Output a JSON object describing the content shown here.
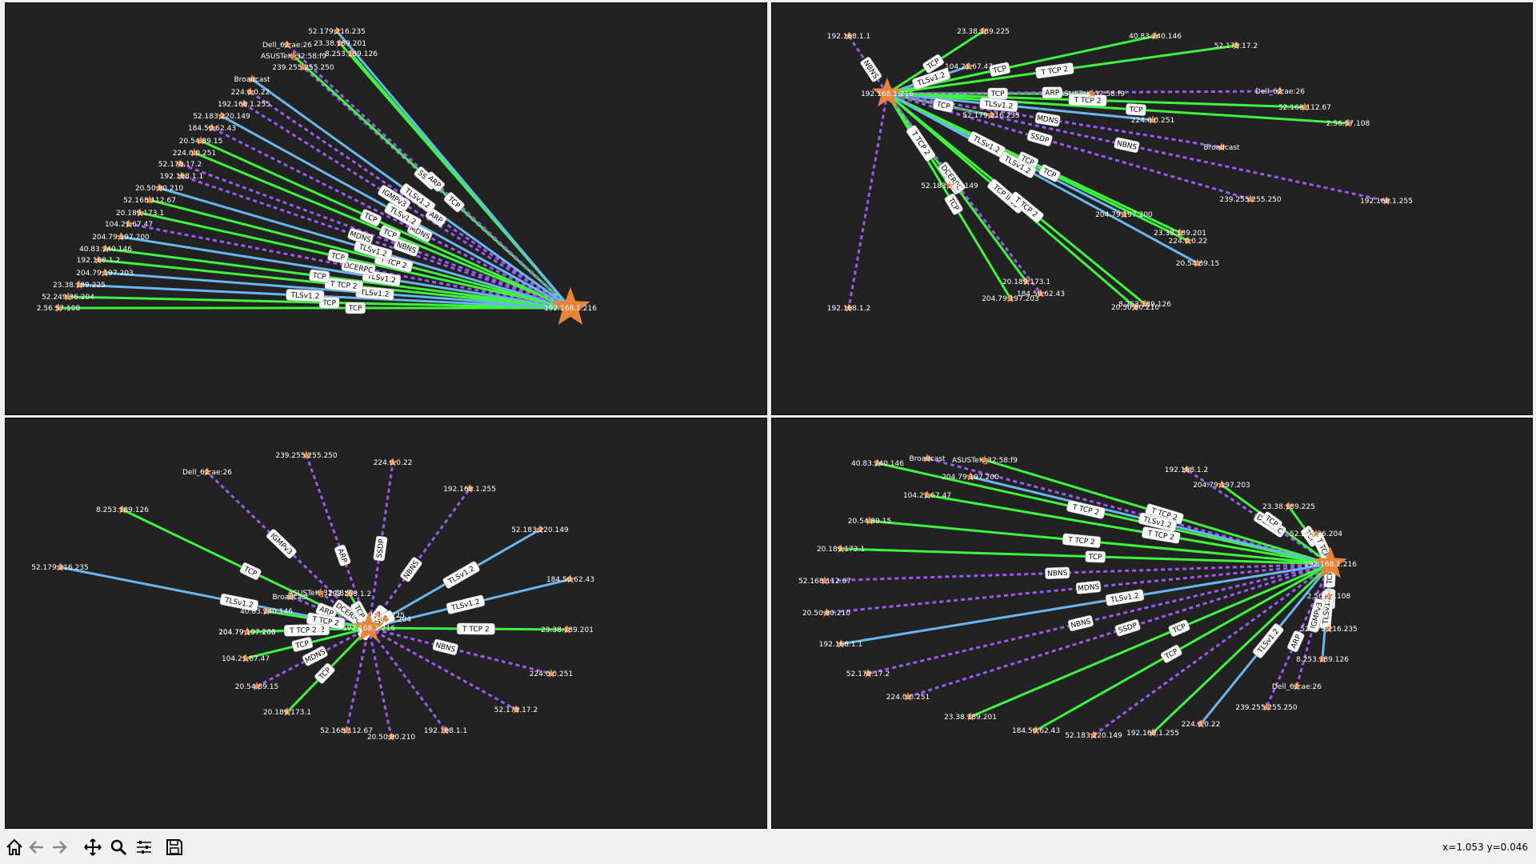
{
  "colors": {
    "background": "#222222",
    "tcp": "#3df53d",
    "tls": "#67b6ee",
    "udp": "#9b59f7",
    "node": "#e8833a",
    "label_bg": "#ffffff",
    "toolbar": "#f0f0f0"
  },
  "panels": [
    {
      "id": "tl",
      "layout": "fan",
      "hub": {
        "label": "192.168.1.216"
      },
      "nodes": [
        "2.56.57.108",
        "52.249.36.204",
        "23.38.189.225",
        "204.79.197.203",
        "192.168.1.2",
        "40.83.240.146",
        "204.79.197.200",
        "104.21.67.47",
        "20.189.173.1",
        "52.168.112.67",
        "20.50.80.210",
        "192.168.1.1",
        "52.178.17.2",
        "224.0.0.251",
        "20.54.89.15",
        "184.50.62.43",
        "52.183.220.149",
        "192.168.1.255",
        "224.0.0.22",
        "Broadcast",
        "239.255.255.250",
        "ASUSTeK_32:58:f9",
        "Dell_62:ae:26",
        "23.38.189.201",
        "8.253.189.126",
        "52.179.216.235"
      ],
      "edge_labels": [
        "TCP",
        "TCP",
        "TLSv1.2",
        "TLSv1.2",
        "T TCP 2",
        "TCP",
        "TLSv1.2",
        "DCERPC",
        "TCP",
        "T TCP 2",
        "TLSv1.2",
        "MDNS",
        "NBNS",
        "TCP",
        "TCP",
        "MDNS",
        "TLSv1.2",
        "IGMPv3",
        "ARP",
        "TLSv1.2",
        "SSDP",
        "TCP",
        "ARP"
      ]
    },
    {
      "id": "tr",
      "layout": "tree",
      "hub": {
        "label": "192.168.1.216"
      },
      "nodes": [
        "192.168.1.1",
        "23.38.189.225",
        "104.21.67.47",
        "40.83.240.146",
        "52.178.17.2",
        "ASUSTeK_32:58:f9",
        "Dell_62:ae:26",
        "52.168.112.67",
        "2.56.57.108",
        "224.0.0.251",
        "Broadcast",
        "52.179.216.235",
        "239.255.255.250",
        "192.168.1.255",
        "52.183.220.149",
        "204.79.197.200",
        "23.38.189.201",
        "224.0.0.22",
        "20.54.89.15",
        "20.189.173.1",
        "204.79.197.203",
        "184.50.62.43",
        "20.50.80.210",
        "8.253.189.126",
        "192.168.1.2"
      ],
      "edge_labels": [
        "NBNS",
        "TCP",
        "TLSv1.2",
        "TCP",
        "T TCP 2",
        "TCP",
        "ARP",
        "T TCP 2",
        "TCP",
        "TLSv1.2",
        "MDNS",
        "TCP",
        "SSDP",
        "NBNS",
        "T TCP 2",
        "TLSv1.2",
        "TCP",
        "TCP",
        "TLSv1.2",
        "TCP",
        "TCP",
        "DCERPC",
        "TCP IPv3",
        "T TCP 2"
      ]
    },
    {
      "id": "bl",
      "layout": "star",
      "hub": {
        "label": "192.168.1.216"
      },
      "nodes": [
        "239.255.255.250",
        "224.0.0.22",
        "Dell_62:ae:26",
        "192.168.1.255",
        "8.253.189.126",
        "52.183.220.149",
        "52.179.216.235",
        "184.50.62.43",
        "Broadcast",
        "ASUSTeK_32:58:f9",
        "192.168.1.2",
        "23.38.189.201",
        "40.83.240.146",
        "204.79.197.203",
        "204.79.197.200",
        "23.38.189.225",
        "52.249.36.204",
        "104.21.67.47",
        "224.0.0.251",
        "20.54.89.15",
        "20.189.173.1",
        "52.178.17.2",
        "52.168.112.67",
        "20.50.80.210",
        "192.168.1.1"
      ],
      "edge_labels": [
        "ARP",
        "SSDP",
        "IGMPv3",
        "NBNS",
        "TCP",
        "TLSv1.2",
        "TLSv1.2",
        "TLSv1.2",
        "ARP",
        "DCERPC",
        "TCP",
        "T TCP 2",
        "T TCP 2",
        "TLSv1.2",
        "T TCP 2",
        "T TCP 2",
        "T TCP 2",
        "TCP",
        "NBNS",
        "MDNS",
        "TCP"
      ]
    },
    {
      "id": "br",
      "layout": "arc",
      "hub": {
        "label": "192.168.1.216"
      },
      "nodes": [
        "Broadcast",
        "ASUSTeK_32:58:f9",
        "40.83.240.146",
        "192.168.1.2",
        "204.79.197.200",
        "204.79.197.203",
        "104.21.67.47",
        "23.38.189.225",
        "20.54.89.15",
        "52.249.36.204",
        "20.189.173.1",
        "52.168.112.67",
        "2.56.57.108",
        "20.50.80.210",
        "52.179.216.235",
        "192.168.1.1",
        "8.253.189.126",
        "52.178.17.2",
        "Dell_62:ae:26",
        "224.0.0.251",
        "239.255.255.250",
        "23.38.189.201",
        "224.0.0.22",
        "184.50.62.43",
        "52.183.220.149",
        "192.168.1.255"
      ],
      "edge_labels": [
        "ARP",
        "T TCP 2",
        "T TCP 2",
        "DCERPC",
        "TLSv1.2",
        "TCP",
        "T TCP 2",
        "TCP",
        "T TCP 2",
        "T TCP 2",
        "TCP",
        "NBNS",
        "TCP",
        "MDNS",
        "TCP",
        "TLSv1.2",
        "TLSv1.2",
        "NBNS",
        "IGMPv3",
        "SSDP",
        "ARP",
        "TCP",
        "TLSv1.2",
        "TCP"
      ]
    }
  ],
  "toolbar": {
    "buttons": [
      {
        "name": "home-button",
        "icon": "home-icon"
      },
      {
        "name": "back-button",
        "icon": "arrow-left-icon"
      },
      {
        "name": "forward-button",
        "icon": "arrow-right-icon"
      },
      {
        "name": "pan-button",
        "icon": "move-icon"
      },
      {
        "name": "zoom-button",
        "icon": "magnifier-icon"
      },
      {
        "name": "configure-subplots-button",
        "icon": "sliders-icon"
      },
      {
        "name": "save-button",
        "icon": "floppy-disk-icon"
      }
    ],
    "coordinates": "x=1.053 y=0.046"
  }
}
